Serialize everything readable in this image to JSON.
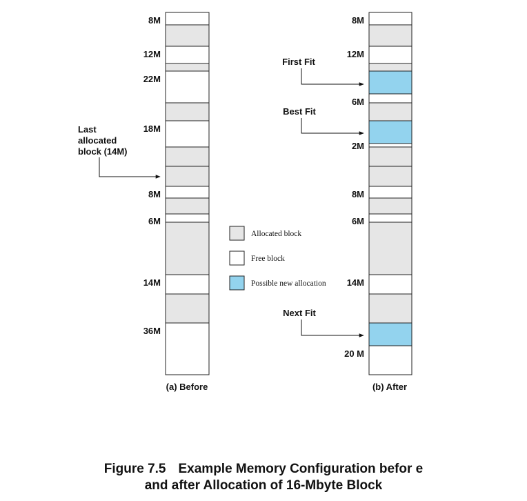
{
  "colors": {
    "allocated": "#e6e6e6",
    "free": "#ffffff",
    "possible_new": "#93d3ee",
    "stroke": "#222222"
  },
  "before": {
    "caption": "(a) Before",
    "blocks": [
      {
        "type": "free",
        "size_label": "8M"
      },
      {
        "type": "allocated"
      },
      {
        "type": "free",
        "size_label": "12M"
      },
      {
        "type": "allocated"
      },
      {
        "type": "free",
        "size_label": "22M"
      },
      {
        "type": "allocated"
      },
      {
        "type": "free",
        "size_label": "18M"
      },
      {
        "type": "allocated"
      },
      {
        "type": "allocated"
      },
      {
        "type": "free",
        "size_label": "8M"
      },
      {
        "type": "allocated"
      },
      {
        "type": "free",
        "size_label": "6M"
      },
      {
        "type": "allocated"
      },
      {
        "type": "free",
        "size_label": "14M"
      },
      {
        "type": "allocated"
      },
      {
        "type": "free",
        "size_label": "36M"
      }
    ],
    "annotation": {
      "lines": [
        "Last",
        "allocated",
        "block (14M)"
      ]
    }
  },
  "after": {
    "caption": "(b) After",
    "blocks": [
      {
        "type": "free",
        "size_label": "8M"
      },
      {
        "type": "allocated"
      },
      {
        "type": "free",
        "size_label": "12M"
      },
      {
        "type": "allocated"
      },
      {
        "type": "possible_new"
      },
      {
        "type": "free",
        "size_label": "6M"
      },
      {
        "type": "allocated"
      },
      {
        "type": "possible_new"
      },
      {
        "type": "free",
        "size_label": "2M"
      },
      {
        "type": "allocated"
      },
      {
        "type": "allocated"
      },
      {
        "type": "free",
        "size_label": "8M"
      },
      {
        "type": "allocated"
      },
      {
        "type": "free",
        "size_label": "6M"
      },
      {
        "type": "allocated"
      },
      {
        "type": "free",
        "size_label": "14M"
      },
      {
        "type": "allocated"
      },
      {
        "type": "possible_new"
      },
      {
        "type": "free",
        "size_label": "20 M"
      }
    ],
    "arrows": [
      "First Fit",
      "Best Fit",
      "Next Fit"
    ]
  },
  "legend": [
    {
      "type": "allocated",
      "label": "Allocated block"
    },
    {
      "type": "free",
      "label": "Free block"
    },
    {
      "type": "possible_new",
      "label": "Possible new allocation"
    }
  ],
  "caption": {
    "number": "Figure 7.5",
    "line1": "Example Memory Configuration befor e",
    "line2": "and after Allocation of 16-Mbyte Block"
  }
}
